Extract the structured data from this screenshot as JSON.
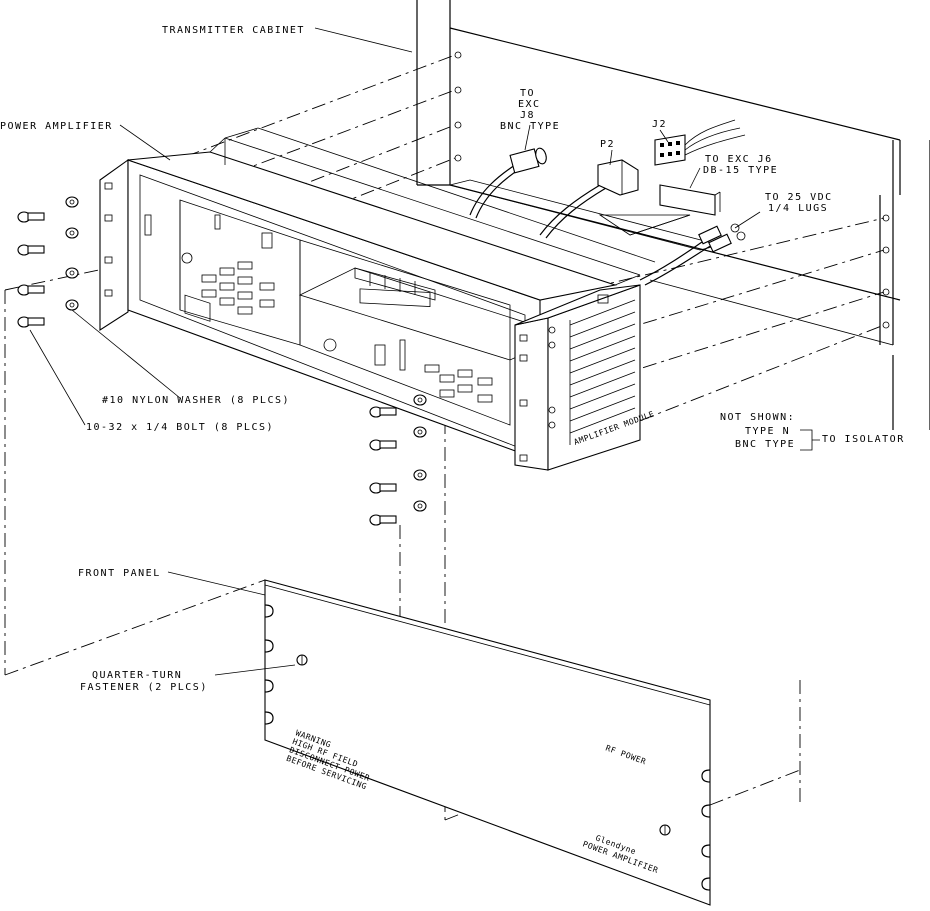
{
  "labels": {
    "transmitter_cabinet": "TRANSMITTER CABINET",
    "power_amplifier": "POWER AMPLIFIER",
    "to_exc_j8_line1": "TO",
    "to_exc_j8_line2": "EXC",
    "to_exc_j8_line3": "J8",
    "to_exc_j8_line4": "BNC TYPE",
    "p2": "P2",
    "j2": "J2",
    "to_exc_j6_line1": "TO EXC J6",
    "to_exc_j6_line2": "DB-15 TYPE",
    "to_25vdc_line1": "TO 25 VDC",
    "to_25vdc_line2": "1/4 LUGS",
    "nylon_washer": "#10 NYLON WASHER (8 PLCS)",
    "bolt": "10-32 x 1/4 BOLT (8 PLCS)",
    "not_shown": "NOT SHOWN:",
    "type_n": "TYPE N",
    "bnc_type": "BNC TYPE",
    "to_isolator": "TO ISOLATOR",
    "front_panel": "FRONT PANEL",
    "fastener_line1": "QUARTER-TURN",
    "fastener_line2": "FASTENER (2 PLCS)",
    "warning_line1": "WARNING",
    "warning_line2": "HIGH RF FIELD",
    "warning_line3": "DISCONNECT POWER",
    "warning_line4": "BEFORE SERVICING",
    "panel_rf_power": "RF POWER",
    "panel_brand_line1": "Glendyne",
    "panel_brand_line2": "POWER AMPLIFIER",
    "module_side": "AMPLIFIER MODULE"
  }
}
